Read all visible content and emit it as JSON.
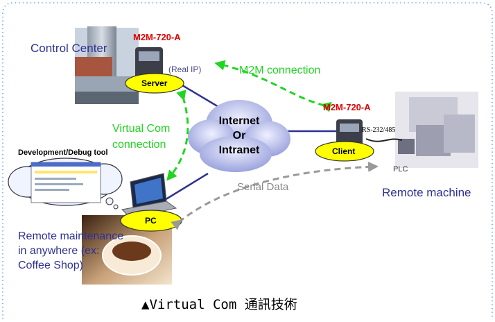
{
  "caption": "▲Virtual Com 通訊技術",
  "nodes": {
    "control_center": {
      "title": "Control Center",
      "device": "M2M-720-A",
      "ip_note": "(Real IP)",
      "role": "Server"
    },
    "remote_machine": {
      "title": "Remote machine",
      "device": "M2M-720-A",
      "role": "Client",
      "interface": "RS-232/485",
      "plc": "PLC"
    },
    "pc": {
      "role": "PC",
      "tool": "Development/Debug tool",
      "location_lines": [
        "Remote maintenance",
        "in anywhere (ex:",
        "Coffee Shop)"
      ]
    },
    "network": {
      "lines": [
        "Internet",
        "Or",
        "Intranet"
      ]
    }
  },
  "connections": {
    "m2m": "M2M connection",
    "virtual_com": [
      "Virtual Com",
      "connection"
    ],
    "serial": "Serial Data"
  },
  "colors": {
    "blue_text": "#2e3192",
    "red_text": "#e00000",
    "green": "#22d422",
    "gray": "#999999",
    "ellipse_fill": "#ffff00",
    "link_line": "#2e3192",
    "cloud": "#b8bde6"
  }
}
